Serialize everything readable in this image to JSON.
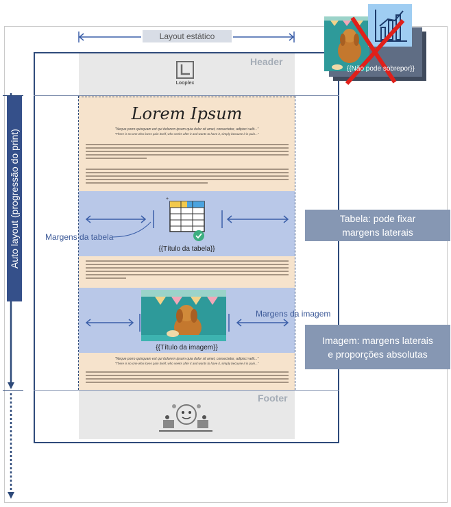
{
  "static_layout_label": "Layout estático",
  "auto_layout_label": "Auto layout (progressão do print)",
  "header": {
    "title": "Header",
    "logo_text": "Looplex"
  },
  "footer": {
    "title": "Footer"
  },
  "content": {
    "title": "Lorem Ipsum",
    "quote_line1": "\"Neque porro quisquam est qui dolorem ipsum quia dolor sit amet, consectetur, adipisci velit...\"",
    "quote_line2": "\"There is no one who loves pain itself, who seeks after it and wants to have it, simply because it is pain...\""
  },
  "table": {
    "caption": "{{Título da tabela}}",
    "margins_label": "Margens da tabela"
  },
  "image": {
    "caption": "{{Título da imagem}}",
    "margins_label": "Margens da imagem"
  },
  "callouts": {
    "table": [
      "Tabela: pode fixar",
      "margens laterais"
    ],
    "image": [
      "Imagem: margens laterais",
      "e proporções absolutas"
    ]
  },
  "overlay_note": "{{Não pode sobrepor}}",
  "colors": {
    "accent": "#2e4a7a",
    "band_blue": "#b9c8e8",
    "band_beige": "#f6e3cc",
    "callout": "#8697b3",
    "cross": "#e0201a"
  }
}
